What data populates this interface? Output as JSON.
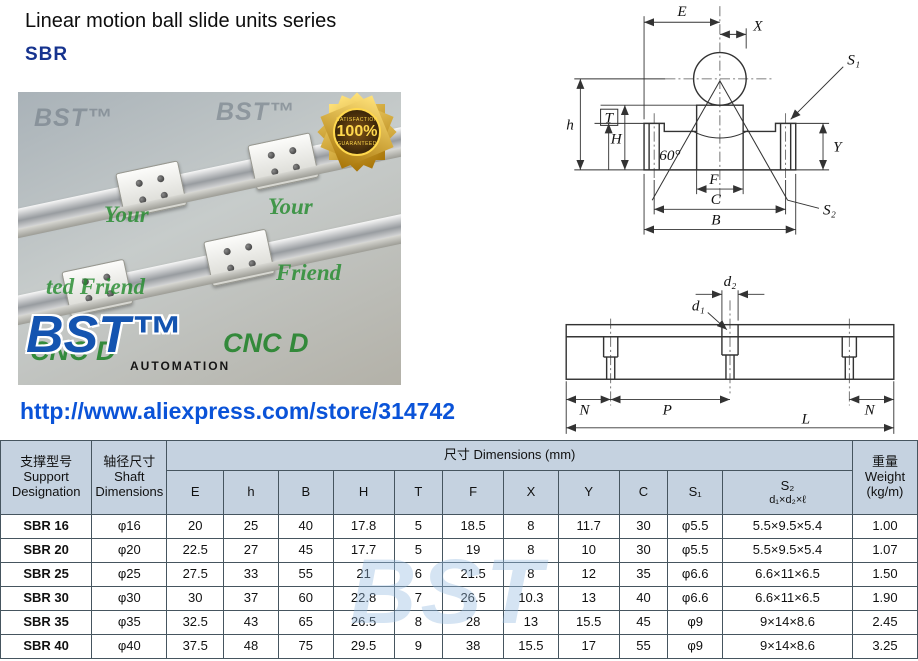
{
  "page": {
    "title": "Linear motion ball slide units series",
    "series": "SBR",
    "url": "http://www.aliexpress.com/store/314742"
  },
  "photo": {
    "badge_percent": "100%",
    "badge_top": "SATISFACTION",
    "badge_bottom": "GUARANTEED",
    "wm_bst_left": "BST™",
    "wm_bst_mid": "BST™",
    "wm_your_left": "Your",
    "wm_your_right": "Your",
    "wm_friend_left": "ted Friend",
    "wm_friend_right": "Friend",
    "wm_cnc_left": "CNC D",
    "wm_cnc_right": "CNC D",
    "logo_text": "BST™",
    "logo_sub": "AUTOMATION"
  },
  "front_view": {
    "E": "E",
    "X": "X",
    "S1": "S₁",
    "h": "h",
    "H": "H",
    "T": "T",
    "Y": "Y",
    "angle": "60°",
    "F": "F",
    "C": "C",
    "B": "B",
    "S2": "S₂"
  },
  "side_view": {
    "d2": "d₂",
    "d1": "d₁",
    "N_left": "N",
    "P": "P",
    "N_right": "N",
    "L": "L"
  },
  "table": {
    "watermark": "BST",
    "header": {
      "support_zh": "支撑型号",
      "support_en": "Support",
      "support_en2": "Designation",
      "shaft_zh": "轴径尺寸",
      "shaft_en": "Shaft",
      "shaft_en2": "Dimensions",
      "dims": "尺寸 Dimensions (mm)",
      "weight_zh": "重量",
      "weight_en": "Weight",
      "weight_en2": "(kg/m)",
      "cols": [
        "E",
        "h",
        "B",
        "H",
        "T",
        "F",
        "X",
        "Y",
        "C",
        "S₁",
        "S₂"
      ],
      "s2_note": "d₁×d₂×ℓ"
    },
    "rows": [
      {
        "designation": "SBR 16",
        "shaft": "φ16",
        "cells": [
          "20",
          "25",
          "40",
          "17.8",
          "5",
          "18.5",
          "8",
          "11.7",
          "30",
          "φ5.5",
          "5.5×9.5×5.4"
        ],
        "weight": "1.00"
      },
      {
        "designation": "SBR 20",
        "shaft": "φ20",
        "cells": [
          "22.5",
          "27",
          "45",
          "17.7",
          "5",
          "19",
          "8",
          "10",
          "30",
          "φ5.5",
          "5.5×9.5×5.4"
        ],
        "weight": "1.07"
      },
      {
        "designation": "SBR 25",
        "shaft": "φ25",
        "cells": [
          "27.5",
          "33",
          "55",
          "21",
          "6",
          "21.5",
          "8",
          "12",
          "35",
          "φ6.6",
          "6.6×11×6.5"
        ],
        "weight": "1.50"
      },
      {
        "designation": "SBR 30",
        "shaft": "φ30",
        "cells": [
          "30",
          "37",
          "60",
          "22.8",
          "7",
          "26.5",
          "10.3",
          "13",
          "40",
          "φ6.6",
          "6.6×11×6.5"
        ],
        "weight": "1.90"
      },
      {
        "designation": "SBR 35",
        "shaft": "φ35",
        "cells": [
          "32.5",
          "43",
          "65",
          "26.5",
          "8",
          "28",
          "13",
          "15.5",
          "45",
          "φ9",
          "9×14×8.6"
        ],
        "weight": "2.45"
      },
      {
        "designation": "SBR 40",
        "shaft": "φ40",
        "cells": [
          "37.5",
          "48",
          "75",
          "29.5",
          "9",
          "38",
          "15.5",
          "17",
          "55",
          "φ9",
          "9×14×8.6"
        ],
        "weight": "3.25"
      }
    ]
  }
}
